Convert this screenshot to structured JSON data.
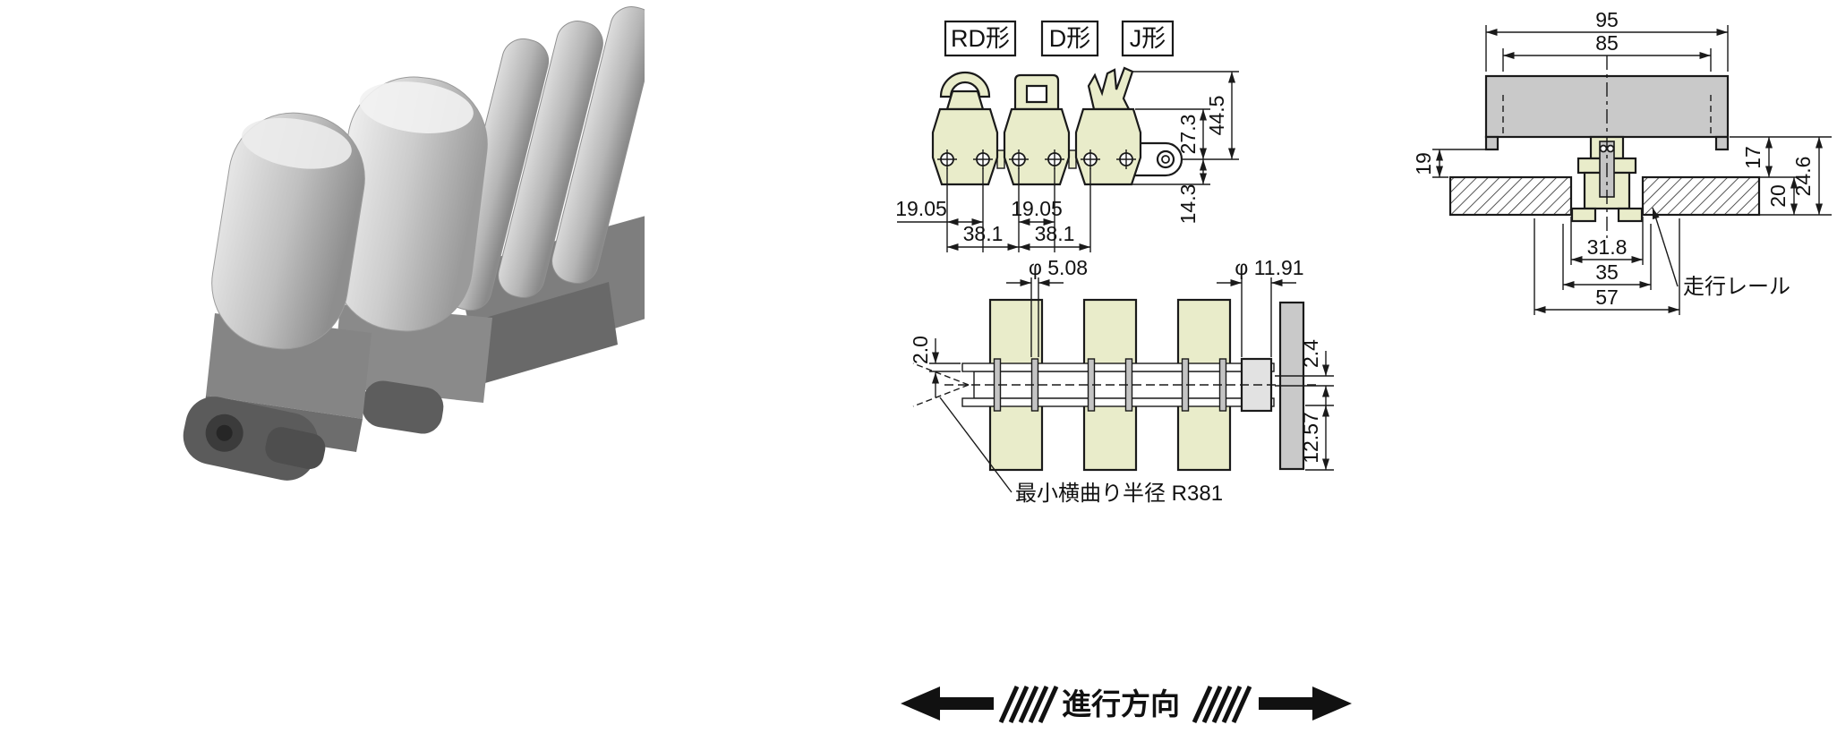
{
  "colors": {
    "link_fill": "#e9ecca",
    "gray_part": "#c9c9c9",
    "line": "#1a1a1a"
  },
  "type_labels": {
    "rd": "RD形",
    "d": "D形",
    "j": "J形"
  },
  "front_view": {
    "dim_overall_height": "44.5",
    "dim_plate_top_to_pin": "27.3",
    "dim_pin_to_bottom": "14.3",
    "dim_pitch_left": "19.05",
    "dim_pitch_right": "19.05",
    "dim_double_pitch_left": "38.1",
    "dim_double_pitch_right": "38.1"
  },
  "plan_view": {
    "dim_pin_diameter": "φ 5.08",
    "dim_bush_diameter": "φ 11.91",
    "dim_plate_thickness": "2.0",
    "dim_offset": "2.4",
    "dim_roller_width": "12.57",
    "note_min_radius": "最小横曲り半径 R381"
  },
  "section_view": {
    "dim_overall_width": "95",
    "dim_inner_width": "85",
    "dim_left": "19",
    "dim_right_upper": "17",
    "dim_rail_height": "20",
    "dim_right_total": "24.6",
    "dim_gap": "31.8",
    "dim_inner_span": "35",
    "dim_outer_span": "57",
    "rail_label": "走行レール"
  },
  "direction": {
    "label": "進行方向"
  }
}
